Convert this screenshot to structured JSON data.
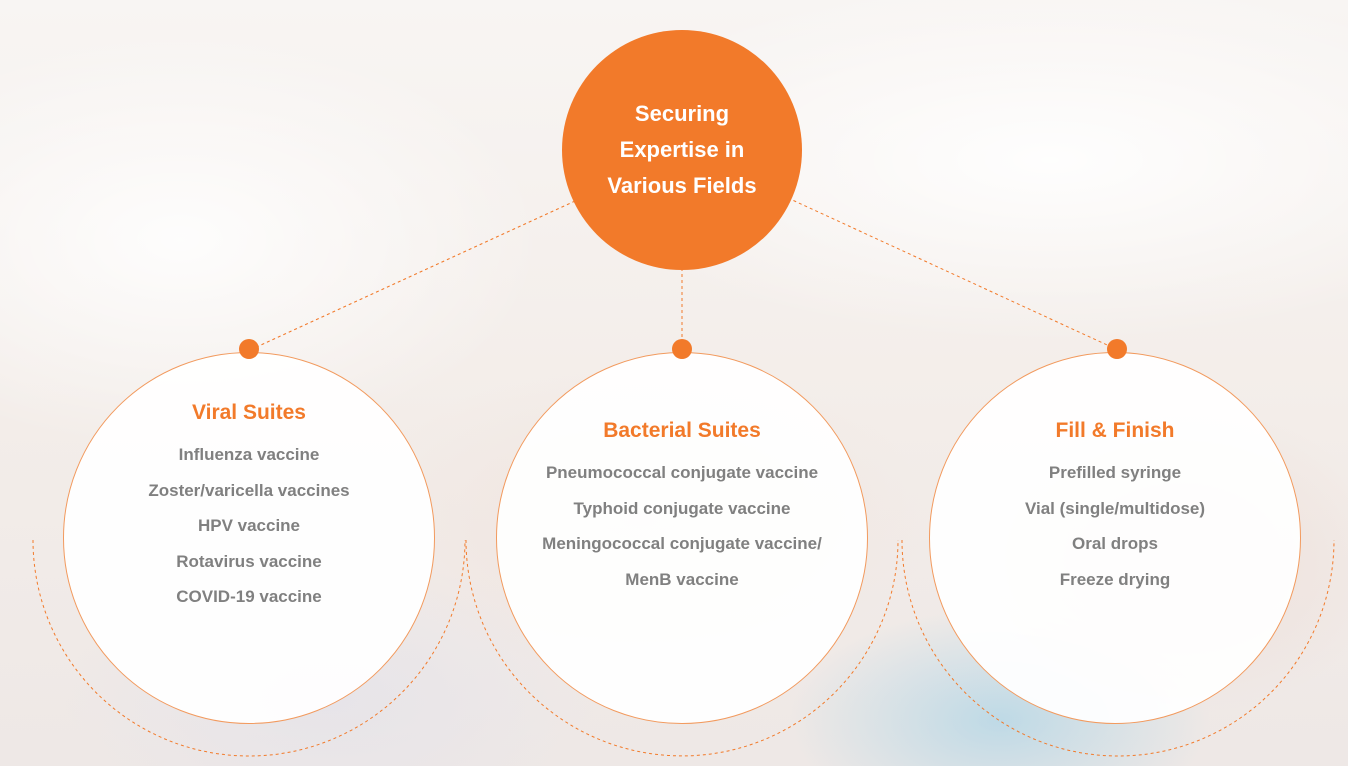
{
  "colors": {
    "accent": "#f27a2a",
    "item_text": "#808080",
    "hub_text": "#ffffff"
  },
  "hub": {
    "title": "Securing Expertise in Various Fields"
  },
  "nodes": [
    {
      "title": "Viral Suites",
      "items": [
        "Influenza vaccine",
        "Zoster/varicella vaccines",
        "HPV vaccine",
        "Rotavirus vaccine",
        "COVID-19 vaccine"
      ]
    },
    {
      "title": "Bacterial Suites",
      "items": [
        "Pneumococcal conjugate vaccine",
        "Typhoid conjugate vaccine",
        "Meningococcal conjugate vaccine/",
        "MenB vaccine"
      ]
    },
    {
      "title": "Fill & Finish",
      "items": [
        "Prefilled syringe",
        "Vial (single/multidose)",
        "Oral drops",
        "Freeze drying"
      ]
    }
  ]
}
